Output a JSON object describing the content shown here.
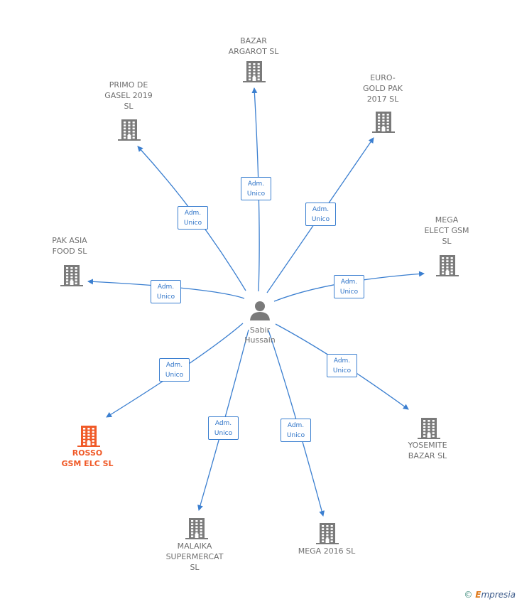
{
  "center": {
    "name_lines": [
      "Sabir",
      "Hussain"
    ],
    "icon": "person-icon"
  },
  "relation_label_lines": [
    "Adm.",
    "Unico"
  ],
  "colors": {
    "edge": "#3b7fd0",
    "company": "#7a7a7a",
    "highlight": "#f05a28",
    "text": "#6f6f6f"
  },
  "companies": [
    {
      "id": "bazar-argarot",
      "lines": [
        "BAZAR",
        "ARGAROT  SL"
      ],
      "highlight": false,
      "icon": "building-icon"
    },
    {
      "id": "euro-gold-pak",
      "lines": [
        "EURO-",
        "GOLD PAK",
        "2017  SL"
      ],
      "highlight": false,
      "icon": "building-icon"
    },
    {
      "id": "primo-de-gasel",
      "lines": [
        "PRIMO DE",
        "GASEL 2019",
        "SL"
      ],
      "highlight": false,
      "icon": "building-icon"
    },
    {
      "id": "mega-elect-gsm",
      "lines": [
        "MEGA",
        "ELECT GSM",
        "SL"
      ],
      "highlight": false,
      "icon": "building-icon"
    },
    {
      "id": "pak-asia-food",
      "lines": [
        "PAK ASIA",
        "FOOD  SL"
      ],
      "highlight": false,
      "icon": "building-icon"
    },
    {
      "id": "rosso-gsm-elc",
      "lines": [
        "ROSSO",
        "GSM ELC  SL"
      ],
      "highlight": true,
      "icon": "building-icon"
    },
    {
      "id": "yosemite-bazar",
      "lines": [
        "YOSEMITE",
        "BAZAR  SL"
      ],
      "highlight": false,
      "icon": "building-icon"
    },
    {
      "id": "malaika-supermercat",
      "lines": [
        "MALAIKA",
        "SUPERMERCAT",
        "SL"
      ],
      "highlight": false,
      "icon": "building-icon"
    },
    {
      "id": "mega-2016",
      "lines": [
        "MEGA 2016  SL"
      ],
      "highlight": false,
      "icon": "building-icon"
    }
  ],
  "footer": {
    "copyright": "©",
    "brand_initial": "E",
    "brand_rest": "mpresia"
  }
}
